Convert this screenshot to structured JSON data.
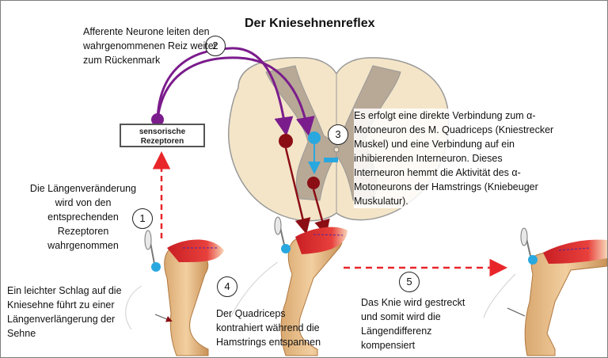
{
  "title": "Der Kniesehnenreflex",
  "receptor_label": "sensorische Rezeptoren",
  "steps": [
    {
      "number": "1",
      "text": "Die Längenveränderung wird von den entsprechenden Rezeptoren wahrgenommen"
    },
    {
      "number": "2",
      "text": "Afferente Neurone leiten den wahrgenommenen Reiz weiter zum Rückenmark"
    },
    {
      "number": "3",
      "text": "Es erfolgt eine direkte Verbindung zum α-Motoneuron des M. Quadriceps (Kniestrecker Muskel) und eine Verbindung auf ein inhibierenden Interneuron. Dieses Interneuron hemmt die Aktivität des α-Motoneurons der Hamstrings (Kniebeuger Muskulatur)."
    },
    {
      "number": "4",
      "text": "Der Quadriceps kontrahiert während die Hamstrings entspannen"
    },
    {
      "number": "5",
      "text": "Das Knie wird gestreckt und somit wird die Längendifferenz kompensiert"
    }
  ],
  "intro_text": "Ein leichter Schlag auf die Kniesehne führt zu einer Längenverlängerung der Sehne",
  "colors": {
    "afferent": "#7b1c8c",
    "motoneuron": "#8b0e14",
    "interneuron": "#29a8e0",
    "dashed_arrow": "#e8262a",
    "grey_matter": "#b8a896",
    "white_matter": "#f4e5c8"
  }
}
